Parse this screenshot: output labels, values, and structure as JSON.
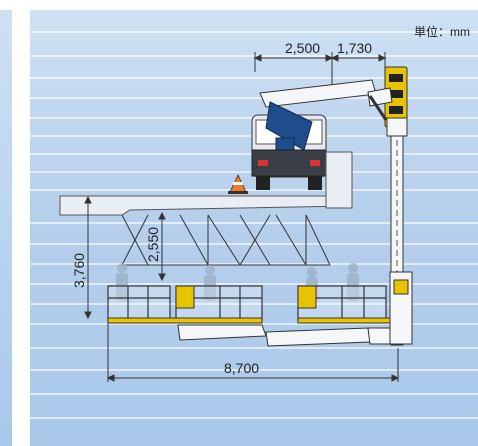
{
  "unit_label": "単位：mm",
  "dimensions": {
    "boom_offset": "2,500",
    "turret_offset": "1,730",
    "platform_depth": "3,760",
    "bridge_depth": "2,550",
    "horizontal_reach": "8,700"
  },
  "colors": {
    "background": "#b6d0ec",
    "boom": "#f4f6f8",
    "turret": "#1f4c8c",
    "platform": "#e8c400",
    "bridge": "#e9eef4",
    "dimension_line": "#333333"
  }
}
